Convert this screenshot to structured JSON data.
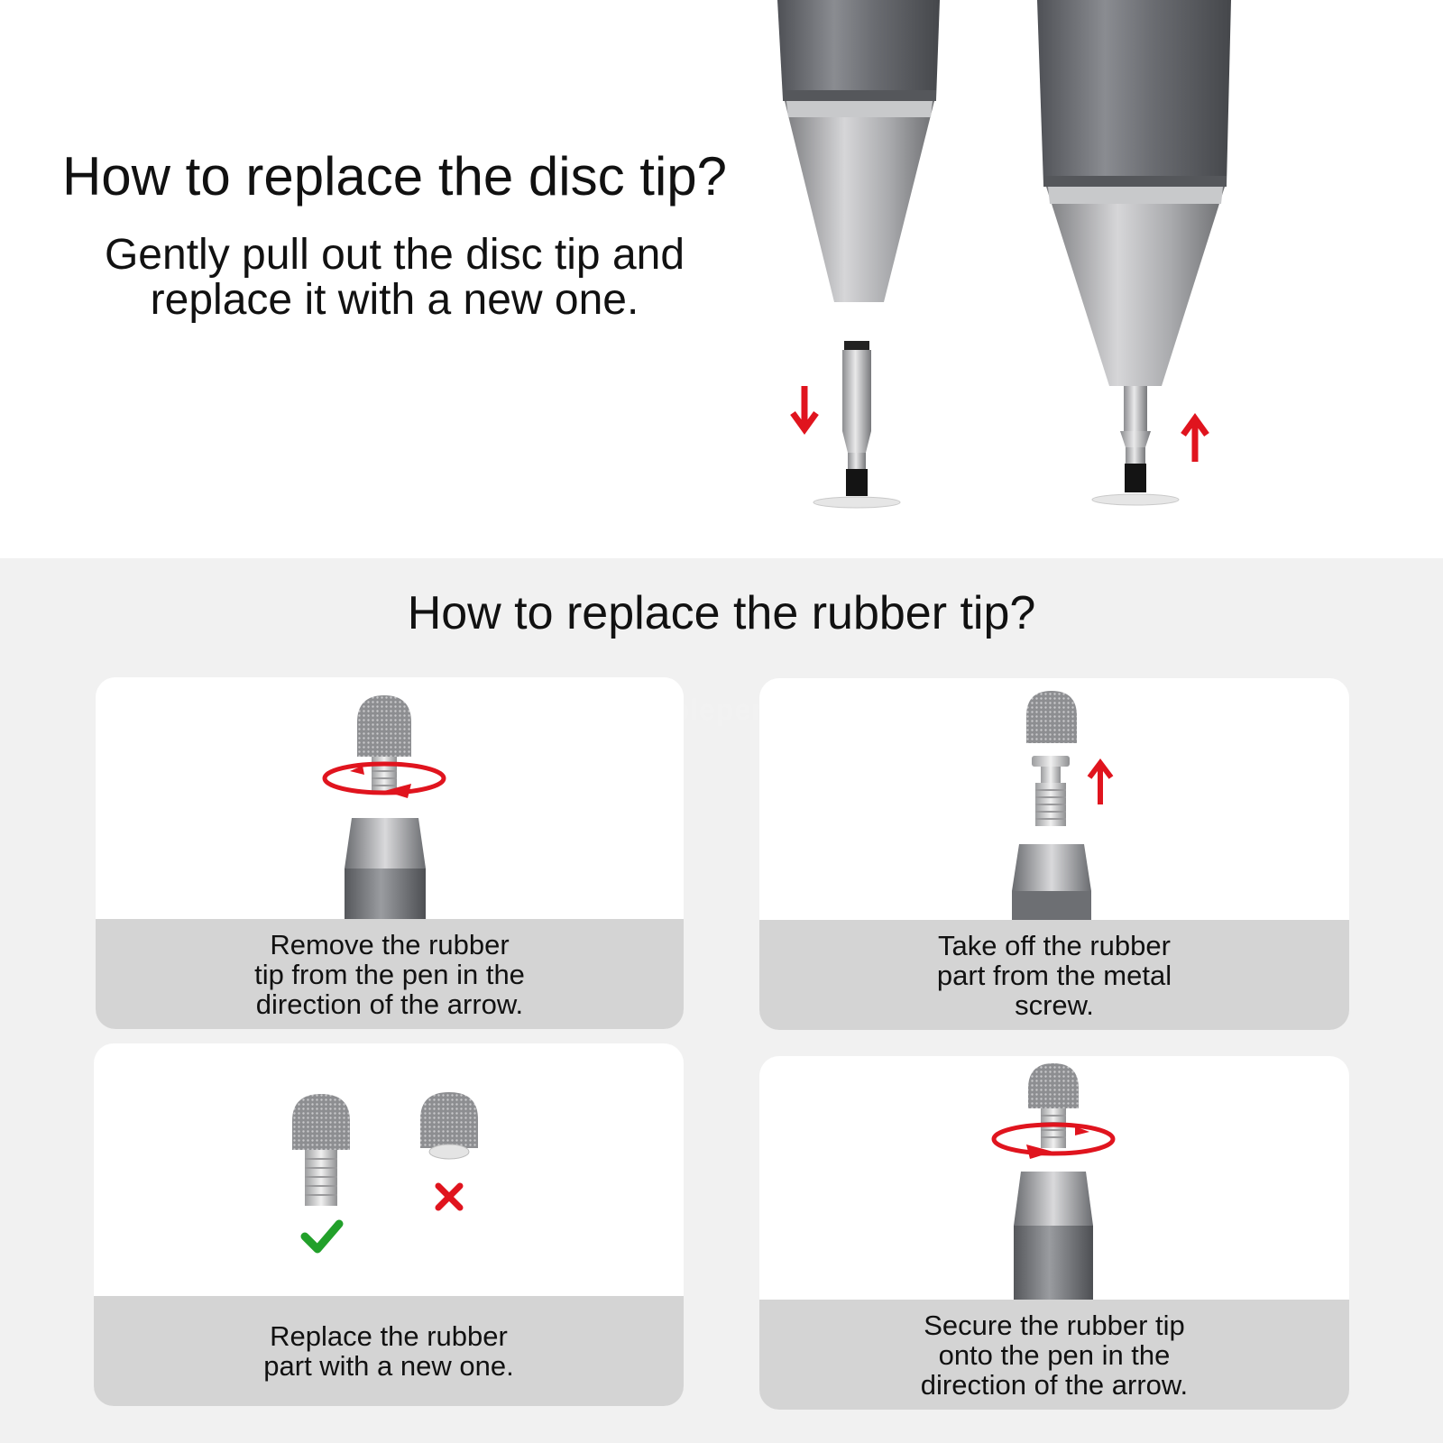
{
  "disc_section": {
    "title": "How to replace the disc tip?",
    "description_lines": [
      "Gently pull out the disc tip and",
      "replace it with a new one."
    ]
  },
  "rubber_section": {
    "title": "How to replace the rubber tip?",
    "watermark": "Noblepen",
    "steps": [
      {
        "caption_lines": [
          "Remove the rubber",
          "tip from the pen in the",
          "direction of the arrow."
        ]
      },
      {
        "caption_lines": [
          "Take off the rubber",
          "part from the metal",
          "screw."
        ]
      },
      {
        "caption_lines": [
          "Replace the rubber",
          "part with a new one."
        ]
      },
      {
        "caption_lines": [
          "Secure the rubber tip",
          "onto the pen in the",
          "direction of the arrow."
        ]
      }
    ]
  },
  "colors": {
    "arrow": "#e0141e",
    "check": "#22a02a",
    "cross": "#e0141e",
    "pen_body": "#6f7176",
    "caption_bg": "#d4d4d4"
  },
  "icons": [
    "arrow-down-icon",
    "arrow-up-icon",
    "rotate-arrow-icon",
    "check-icon",
    "cross-icon"
  ]
}
